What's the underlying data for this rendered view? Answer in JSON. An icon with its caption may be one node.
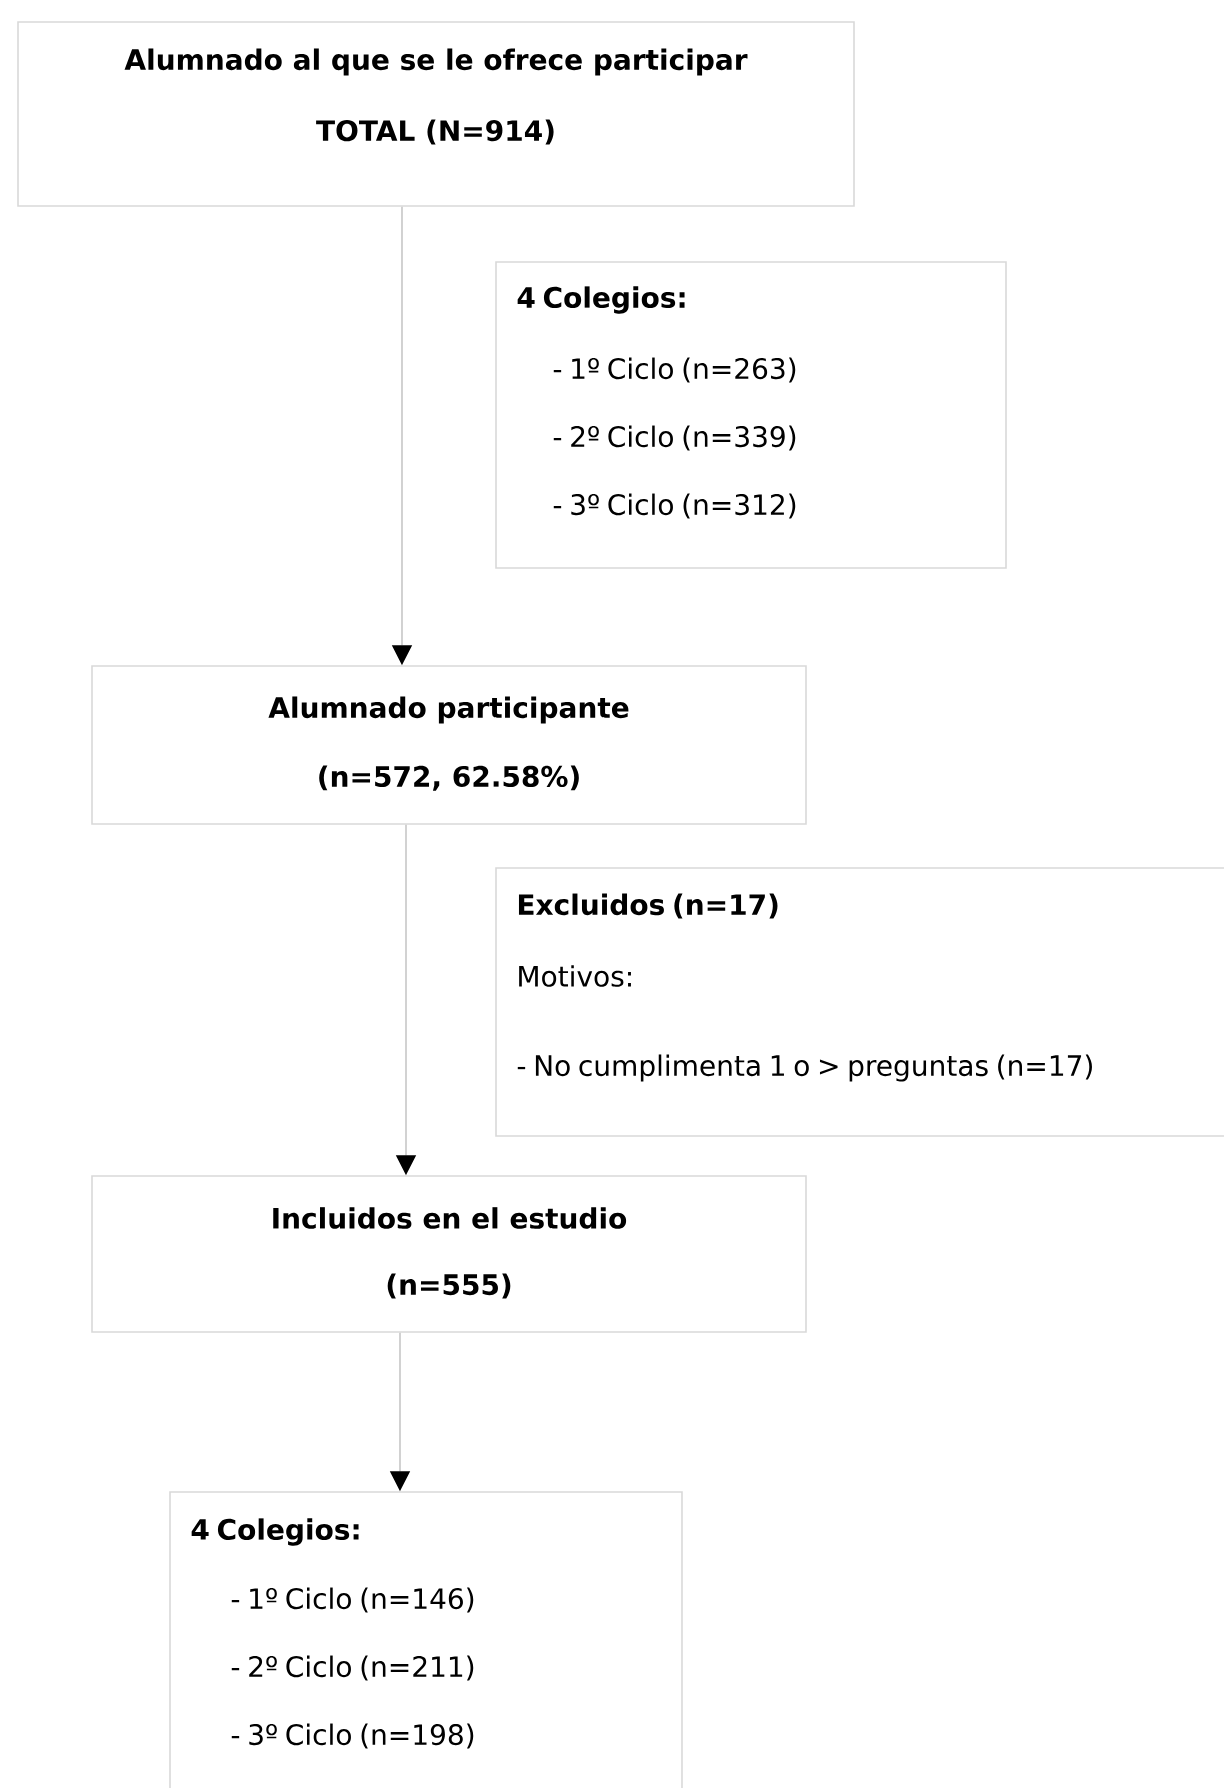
{
  "diagram": {
    "nodes": [
      {
        "text": [
          "Alumnado al que se le ofrece participar",
          "TOTAL (N=914)"
        ]
      },
      {
        "text": [
          "4 Colegios:",
          "- 1º Ciclo (n=263)",
          "- 2º Ciclo (n=339)",
          "- 3º Ciclo (n=312)"
        ]
      },
      {
        "text": [
          "Alumnado participante",
          "(n=572, 62.58%)"
        ]
      },
      {
        "text": [
          "Excluidos (n=17)",
          "Motivos:",
          "- No cumplimenta 1 o > preguntas (n=17)"
        ]
      },
      {
        "text": [
          "Incluidos en el estudio",
          "(n=555)"
        ]
      },
      {
        "text": [
          "4 Colegios:",
          "- 1º Ciclo (n=146)",
          "- 2º Ciclo (n=211)",
          "- 3º Ciclo (n=198)"
        ]
      }
    ],
    "edges": [
      {
        "from": 0,
        "to": 2,
        "arrow": "to"
      },
      {
        "from": 2,
        "to": 4,
        "arrow": "to"
      },
      {
        "from": 4,
        "to": 5,
        "arrow": "to"
      }
    ]
  }
}
